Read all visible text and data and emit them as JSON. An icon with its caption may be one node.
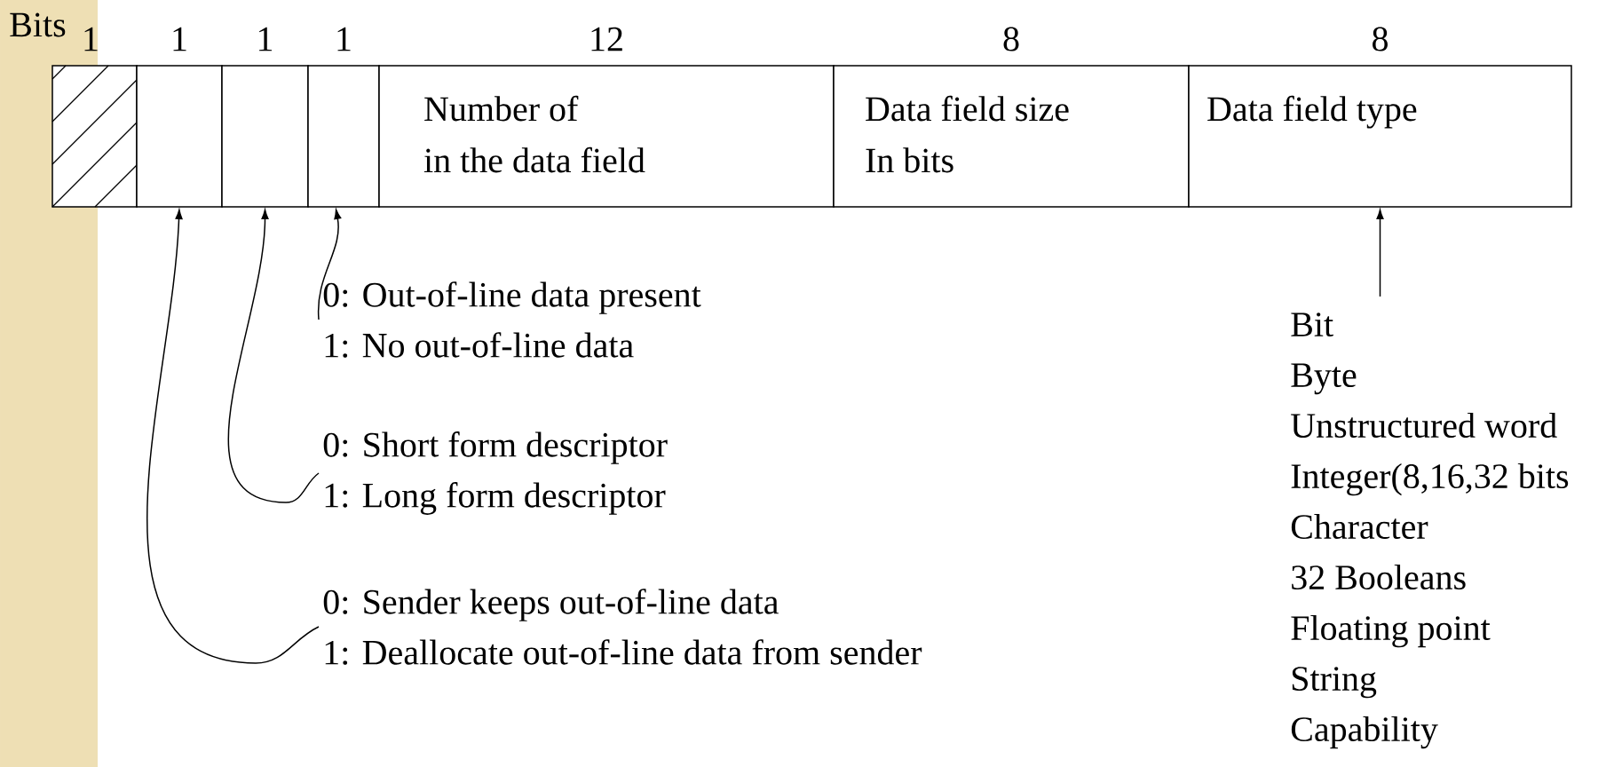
{
  "diagram": {
    "nodes": [
      {
        "text": [],
        "shape": "box",
        "beside": [
          "1"
        ]
      },
      {
        "text": [],
        "shape": "box",
        "beside": [
          "1"
        ]
      },
      {
        "text": [],
        "shape": "box",
        "beside": [
          "1"
        ]
      },
      {
        "text": [],
        "shape": "box",
        "beside": [
          "1"
        ]
      },
      {
        "text": [
          "Number of",
          "in the data field"
        ],
        "beside": [
          "12"
        ]
      },
      {
        "text": [
          "Data field size",
          "In bits"
        ],
        "beside": [
          "8"
        ]
      },
      {
        "text": [
          "Data field type"
        ],
        "beside": [
          "8"
        ]
      },
      {
        "text": [
          "0: Out-of-line data present",
          "1: No out-of-line data"
        ]
      },
      {
        "text": [
          "0: Short form descriptor",
          "1: Long form descriptor"
        ]
      },
      {
        "text": [
          "0: Sender keeps out-of-line data",
          "1: Deallocate out-of-line data from sender"
        ]
      },
      {
        "text": [
          "Bit",
          "Byte",
          "Unstructured word",
          "Integer(8,16,32 bits",
          "Character",
          "32 Booleans",
          "Floating point",
          "String",
          "Capability"
        ]
      }
    ],
    "edges": [
      {
        "from": 7,
        "to": 3,
        "arrow": "to"
      },
      {
        "from": 8,
        "to": 2,
        "arrow": "to"
      },
      {
        "from": 9,
        "to": 1,
        "arrow": "to"
      },
      {
        "from": 10,
        "to": 6,
        "arrow": "to"
      }
    ],
    "labels": [
      "Bits"
    ]
  }
}
